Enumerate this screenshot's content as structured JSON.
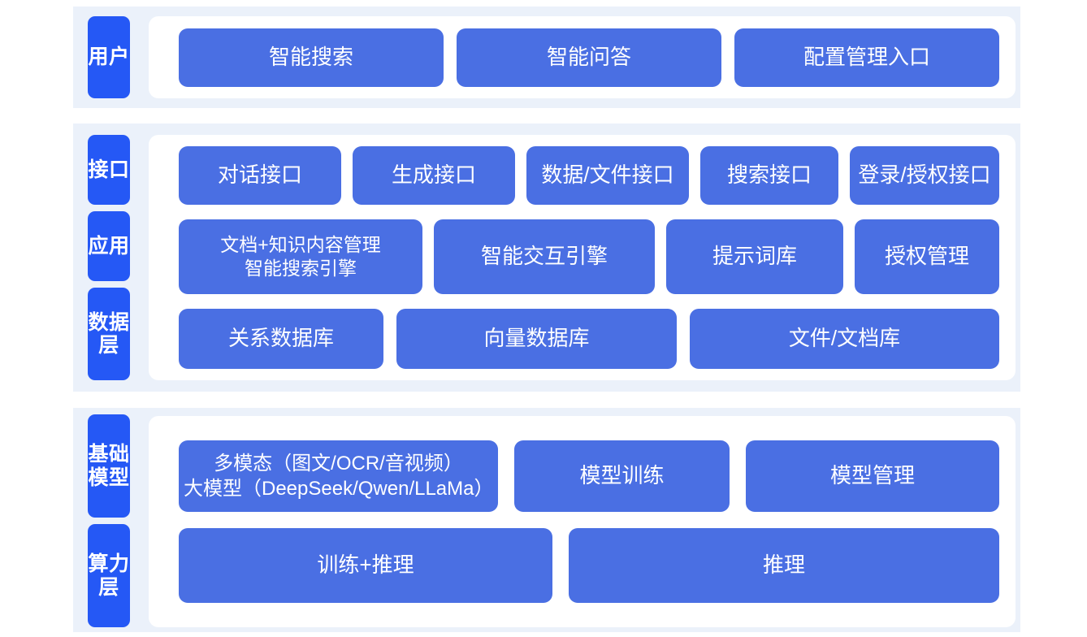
{
  "colors": {
    "page_background": "#ffffff",
    "section_band": "#ebf1fa",
    "tab_blue": "#2558f5",
    "box_blue": "#4a6fe3",
    "card_white": "#ffffff",
    "text_on_blue": "#ffffff"
  },
  "diagram": {
    "type": "layered-architecture",
    "sections": [
      {
        "id": "user",
        "tabs": [
          "用户"
        ],
        "rows": [
          {
            "id": "user-row",
            "boxes": [
              "智能搜索",
              "智能问答",
              "配置管理入口"
            ]
          }
        ]
      },
      {
        "id": "middle",
        "tabs": [
          "接口",
          "应用",
          "数据层"
        ],
        "rows": [
          {
            "id": "api-row",
            "boxes": [
              "对话接口",
              "生成接口",
              "数据/文件接口",
              "搜索接口",
              "登录/授权接口"
            ]
          },
          {
            "id": "app-row",
            "boxes": [
              "文档+知识内容管理\n智能搜索引擎",
              "智能交互引擎",
              "提示词库",
              "授权管理"
            ]
          },
          {
            "id": "data-row",
            "boxes": [
              "关系数据库",
              "向量数据库",
              "文件/文档库"
            ]
          }
        ]
      },
      {
        "id": "bottom",
        "tabs": [
          "基础模型",
          "算力层"
        ],
        "rows": [
          {
            "id": "model-row",
            "boxes": [
              "多模态（图文/OCR/音视频）\n大模型（DeepSeek/Qwen/LLaMa）",
              "模型训练",
              "模型管理"
            ]
          },
          {
            "id": "compute-row",
            "boxes": [
              "训练+推理",
              "推理"
            ]
          }
        ]
      }
    ]
  }
}
